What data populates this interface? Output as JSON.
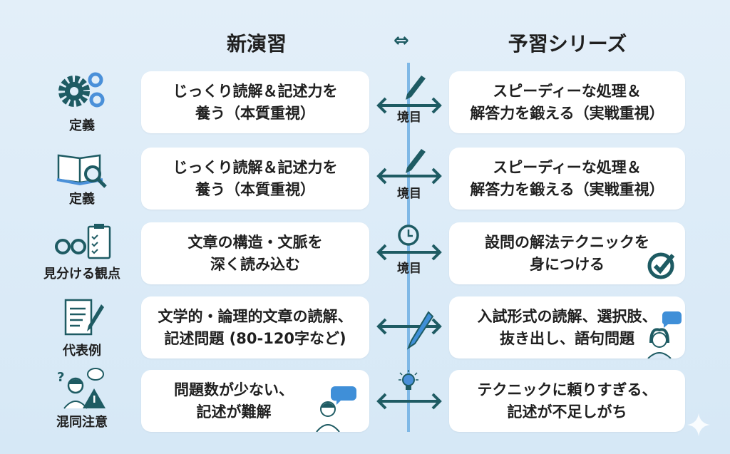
{
  "header": {
    "left_title": "新演習",
    "swap_symbol": "⇔",
    "right_title": "予習シリーズ"
  },
  "rows": [
    {
      "label": "定義",
      "icon": "gears-icon",
      "left": "じっくり読解＆記述力を\n養う（本質重視）",
      "right": "スピーディーな処理＆\n解答力を鍛える（実戦重視）",
      "divider_label": "境目",
      "divider_icon": "pen-icon"
    },
    {
      "label": "定義",
      "icon": "book-magnifier-icon",
      "left": "じっくり読解＆記述力を\n養う（本質重視）",
      "right": "スピーディーな処理＆\n解答力を鍛える（実戦重視）",
      "divider_label": "境目",
      "divider_icon": "pen-icon"
    },
    {
      "label": "見分ける観点",
      "icon": "glasses-checklist-icon",
      "left": "文章の構造・文脈を\n深く読み込む",
      "right": "設問の解法テクニックを\n身につける",
      "divider_label": "境目",
      "divider_icon": "clock-icon"
    },
    {
      "label": "代表例",
      "icon": "scroll-pen-icon",
      "left": "文学的・論理的文章の読解、\n記述問題 (80-120字など)",
      "right": "入試形式の読解、選択肢、\n抜き出し、語句問題",
      "divider_icon": "pencil-icon"
    },
    {
      "label": "混同注意",
      "icon": "confused-person-warning-icon",
      "left": "問題数が少ない、\n記述が難解",
      "right": "テクニックに頼りすぎる、\n記述が不足しがち",
      "divider_icon": "lightbulb-icon"
    }
  ],
  "colors": {
    "teal": "#1e5b63",
    "blue": "#4a90d9",
    "line": "#7fb8e6"
  }
}
